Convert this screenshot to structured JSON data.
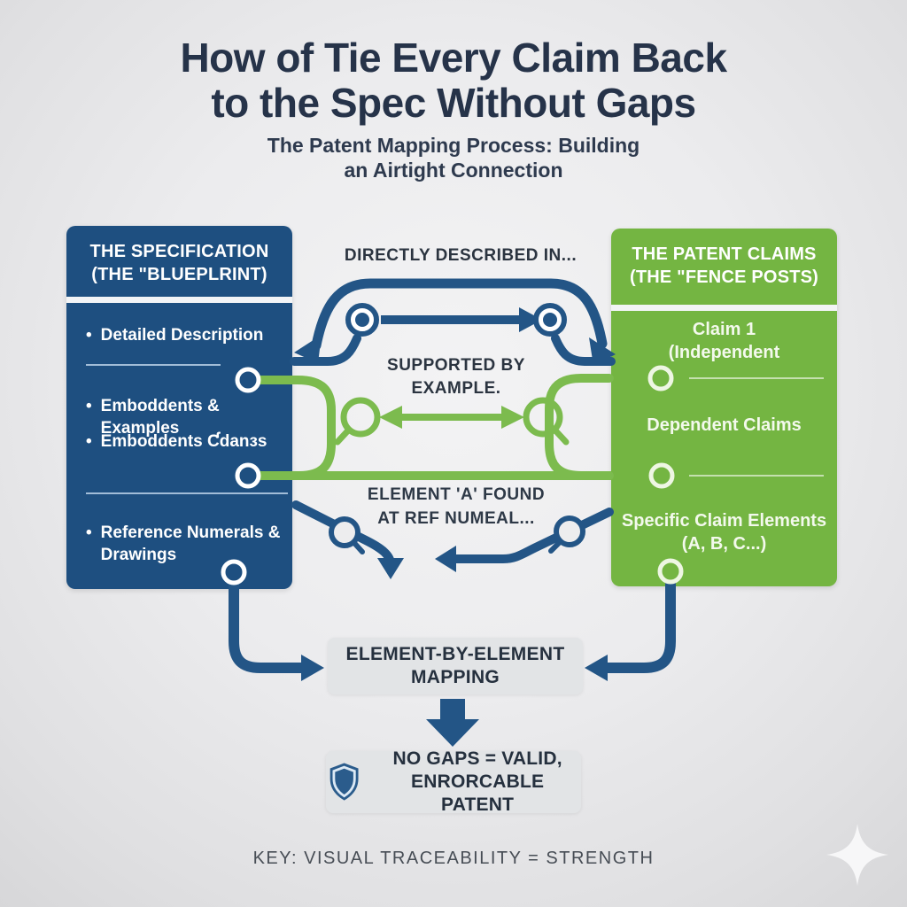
{
  "header": {
    "title_line1": "How of Tie Every Claim Back",
    "title_line2": "to the Spec Without Gaps",
    "subtitle_line1": "The Patent Mapping Process: Building",
    "subtitle_line2": "an Airtight Connection"
  },
  "spec_box": {
    "title_line1": "THE SPECIFICATION",
    "title_line2": "(THE \"BLUEPLRINT)",
    "items": [
      "Detailed Description",
      "Emboddents & Examples",
      "Emboddents Ƈdanɜs",
      "Reference Numerals & Drawings"
    ]
  },
  "claims_box": {
    "title_line1": "THE PATENT CLAIMS",
    "title_line2": "(THE \"FENCE POSTS)",
    "claim1_line1": "Claim 1",
    "claim1_line2": "(Independent",
    "dependent": "Dependent Claims",
    "elements_line1": "Specific Claim Elements",
    "elements_line2": "(A, B, C...)"
  },
  "connector_labels": {
    "top": "DIRECTLY DESCRIBED IN...",
    "middle_line1": "SUPPORTED BY",
    "middle_line2": "EXAMPLE.",
    "lower_line1": "ELEMENT 'A' FOUND",
    "lower_line2": "AT REF NUMEAL..."
  },
  "mapping_box": {
    "line1": "ELEMENT-BY-ELEMENT",
    "line2": "MAPPING"
  },
  "result_box": {
    "line1": "NO GAPS = VALID,",
    "line2": "ENRORCABLE PATENT"
  },
  "footer": {
    "key_text": "KEY: VISUAL TRACEABILITY = STRENGTH"
  },
  "icons": {
    "shield": "shield-icon",
    "magnifier_green_left": "magnifier-icon",
    "magnifier_green_right": "magnifier-icon",
    "magnifier_blue_left": "magnifier-icon",
    "magnifier_blue_right": "magnifier-icon",
    "sparkle": "sparkle-icon"
  },
  "colors": {
    "blue": "#1e4f80",
    "conn-blue": "#235586",
    "green": "#74b542",
    "conn-green": "#7cbb4e",
    "navy": "#263349",
    "label": "#2b3440",
    "graybox": "#e2e4e6",
    "bg-light": "#f3f3f4",
    "bg-dark": "#d7d7d9"
  }
}
